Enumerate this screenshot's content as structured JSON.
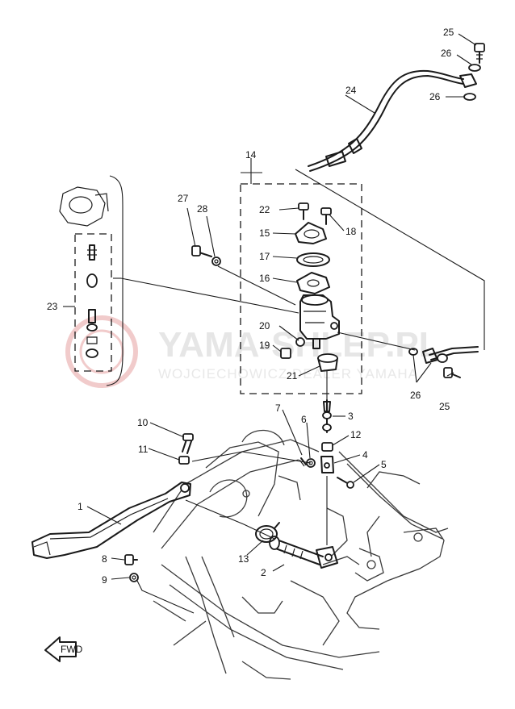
{
  "watermark": {
    "line1": "YAMA-SHLEP.PL",
    "line2": "WOJCIECHOWICZ DEALER YAMAHA",
    "color": "#e5a0a0"
  },
  "fwd_label": "FWD",
  "callouts": [
    {
      "id": "c1",
      "text": "1"
    },
    {
      "id": "c2",
      "text": "2"
    },
    {
      "id": "c3",
      "text": "3"
    },
    {
      "id": "c4",
      "text": "4"
    },
    {
      "id": "c5",
      "text": "5"
    },
    {
      "id": "c6",
      "text": "6"
    },
    {
      "id": "c7",
      "text": "7"
    },
    {
      "id": "c8",
      "text": "8"
    },
    {
      "id": "c9",
      "text": "9"
    },
    {
      "id": "c10",
      "text": "10"
    },
    {
      "id": "c11",
      "text": "11"
    },
    {
      "id": "c12",
      "text": "12"
    },
    {
      "id": "c13",
      "text": "13"
    },
    {
      "id": "c14",
      "text": "14"
    },
    {
      "id": "c15",
      "text": "15"
    },
    {
      "id": "c16",
      "text": "16"
    },
    {
      "id": "c17",
      "text": "17"
    },
    {
      "id": "c18",
      "text": "18"
    },
    {
      "id": "c19",
      "text": "19"
    },
    {
      "id": "c20",
      "text": "20"
    },
    {
      "id": "c21",
      "text": "21"
    },
    {
      "id": "c22",
      "text": "22"
    },
    {
      "id": "c23",
      "text": "23"
    },
    {
      "id": "c24",
      "text": "24"
    },
    {
      "id": "c25a",
      "text": "25"
    },
    {
      "id": "c25b",
      "text": "25"
    },
    {
      "id": "c26a",
      "text": "26"
    },
    {
      "id": "c26b",
      "text": "26"
    },
    {
      "id": "c26c",
      "text": "26"
    },
    {
      "id": "c27",
      "text": "27"
    },
    {
      "id": "c28",
      "text": "28"
    }
  ]
}
